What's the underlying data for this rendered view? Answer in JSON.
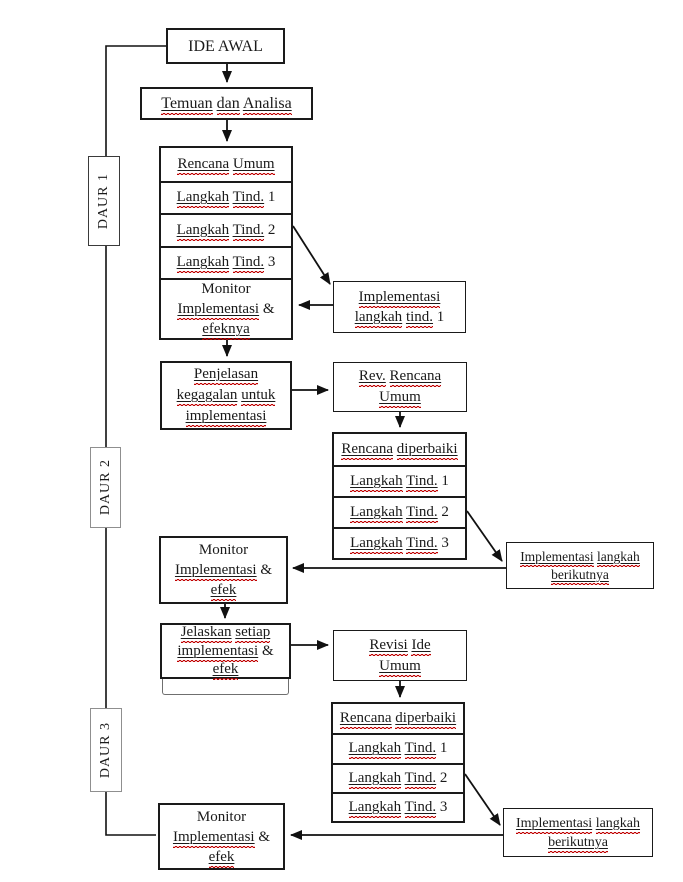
{
  "title": "Diagram daur penelitian tindakan (DAUR 1, DAUR 2, DAUR 3)",
  "labels": {
    "daur1": "DAUR 1",
    "daur2": "DAUR 2",
    "daur3": "DAUR 3"
  },
  "nodes": {
    "ide_awal": {
      "lines": [
        [
          [
            "IDE AWAL",
            0
          ]
        ]
      ]
    },
    "temuan": {
      "lines": [
        [
          [
            "Temuan",
            1
          ],
          [
            "dan",
            1
          ],
          [
            "Analisa",
            1
          ]
        ]
      ]
    },
    "d1_rencana": {
      "lines": [
        [
          [
            "Rencana",
            1
          ],
          [
            "Umum",
            1
          ]
        ]
      ]
    },
    "d1_langkah1": {
      "lines": [
        [
          [
            "Langkah",
            1
          ],
          [
            "Tind.",
            1
          ],
          [
            "1",
            0
          ]
        ]
      ]
    },
    "d1_langkah2": {
      "lines": [
        [
          [
            "Langkah",
            1
          ],
          [
            "Tind.",
            1
          ],
          [
            "2",
            0
          ]
        ]
      ]
    },
    "d1_langkah3": {
      "lines": [
        [
          [
            "Langkah",
            1
          ],
          [
            "Tind.",
            1
          ],
          [
            "3",
            0
          ]
        ]
      ]
    },
    "d1_monitor": {
      "lines": [
        [
          [
            "Monitor",
            0
          ]
        ],
        [
          [
            "Implementasi",
            1
          ],
          [
            "&",
            0
          ]
        ],
        [
          [
            "efeknya",
            1
          ]
        ]
      ]
    },
    "d1_implementasi": {
      "lines": [
        [
          [
            "Implementasi",
            1
          ]
        ],
        [
          [
            "langkah",
            1
          ],
          [
            "tind.",
            1
          ],
          [
            "1",
            0
          ]
        ]
      ]
    },
    "penjelasan": {
      "lines": [
        [
          [
            "Penjelasan",
            1
          ]
        ],
        [
          [
            "kegagalan",
            1
          ],
          [
            "untuk",
            1
          ]
        ],
        [
          [
            "implementasi",
            1
          ]
        ]
      ]
    },
    "rev_rencana": {
      "lines": [
        [
          [
            "Rev.",
            1
          ],
          [
            "Rencana",
            1
          ]
        ],
        [
          [
            "Umum",
            1
          ]
        ]
      ]
    },
    "d2_rencana": {
      "lines": [
        [
          [
            "Rencana",
            1
          ],
          [
            "diperbaiki",
            1
          ]
        ]
      ]
    },
    "d2_langkah1": {
      "lines": [
        [
          [
            "Langkah",
            1
          ],
          [
            "Tind.",
            1
          ],
          [
            "1",
            0
          ]
        ]
      ]
    },
    "d2_langkah2": {
      "lines": [
        [
          [
            "Langkah",
            1
          ],
          [
            "Tind.",
            1
          ],
          [
            "2",
            0
          ]
        ]
      ]
    },
    "d2_langkah3": {
      "lines": [
        [
          [
            "Langkah",
            1
          ],
          [
            "Tind.",
            1
          ],
          [
            "3",
            0
          ]
        ]
      ]
    },
    "d2_monitor": {
      "lines": [
        [
          [
            "Monitor",
            0
          ]
        ],
        [
          [
            "Implementasi",
            1
          ],
          [
            "&",
            0
          ]
        ],
        [
          [
            "efek",
            1
          ]
        ]
      ]
    },
    "d2_implementasi": {
      "lines": [
        [
          [
            "Implementasi",
            1
          ],
          [
            "langkah",
            1
          ]
        ],
        [
          [
            "berikutnya",
            1
          ]
        ]
      ]
    },
    "jelaskan": {
      "lines": [
        [
          [
            "Jelaskan",
            1
          ],
          [
            "setiap",
            1
          ]
        ],
        [
          [
            "implementasi",
            1
          ],
          [
            "&",
            0
          ]
        ],
        [
          [
            "efek",
            1
          ]
        ]
      ]
    },
    "revisi_ide": {
      "lines": [
        [
          [
            "Revisi",
            1
          ],
          [
            "Ide",
            1
          ]
        ],
        [
          [
            "Umum",
            1
          ]
        ]
      ]
    },
    "d3_rencana": {
      "lines": [
        [
          [
            "Rencana",
            1
          ],
          [
            "diperbaiki",
            1
          ]
        ]
      ]
    },
    "d3_langkah1": {
      "lines": [
        [
          [
            "Langkah",
            1
          ],
          [
            "Tind.",
            1
          ],
          [
            "1",
            0
          ]
        ]
      ]
    },
    "d3_langkah2": {
      "lines": [
        [
          [
            "Langkah",
            1
          ],
          [
            "Tind.",
            1
          ],
          [
            "2",
            0
          ]
        ]
      ]
    },
    "d3_langkah3": {
      "lines": [
        [
          [
            "Langkah",
            1
          ],
          [
            "Tind.",
            1
          ],
          [
            "3",
            0
          ]
        ]
      ]
    },
    "d3_monitor": {
      "lines": [
        [
          [
            "Monitor",
            0
          ]
        ],
        [
          [
            "Implementasi",
            1
          ],
          [
            "&",
            0
          ]
        ],
        [
          [
            "efek",
            1
          ]
        ]
      ]
    },
    "d3_implementasi": {
      "lines": [
        [
          [
            "Implementasi",
            1
          ],
          [
            "langkah",
            1
          ]
        ],
        [
          [
            "berikutnya",
            1
          ]
        ]
      ]
    }
  },
  "edges": [
    {
      "from": "ide_awal",
      "to": "temuan"
    },
    {
      "from": "temuan",
      "to": "d1_rencana"
    },
    {
      "from": "d1_langkah2",
      "to": "d1_implementasi"
    },
    {
      "from": "d1_implementasi",
      "to": "d1_monitor"
    },
    {
      "from": "d1_monitor",
      "to": "penjelasan"
    },
    {
      "from": "penjelasan",
      "to": "rev_rencana"
    },
    {
      "from": "rev_rencana",
      "to": "d2_rencana"
    },
    {
      "from": "d2_langkah2",
      "to": "d2_implementasi"
    },
    {
      "from": "d2_implementasi",
      "to": "d2_monitor"
    },
    {
      "from": "d2_monitor",
      "to": "jelaskan"
    },
    {
      "from": "jelaskan",
      "to": "revisi_ide"
    },
    {
      "from": "revisi_ide",
      "to": "d3_rencana"
    },
    {
      "from": "d3_langkah2",
      "to": "d3_implementasi"
    },
    {
      "from": "d3_implementasi",
      "to": "d3_monitor"
    },
    {
      "from": "ide_awal",
      "to": "d3_monitor"
    }
  ],
  "colors": {
    "line": "#111111",
    "text": "#1a1a1a",
    "squiggle": "#c00000",
    "background": "#ffffff"
  }
}
